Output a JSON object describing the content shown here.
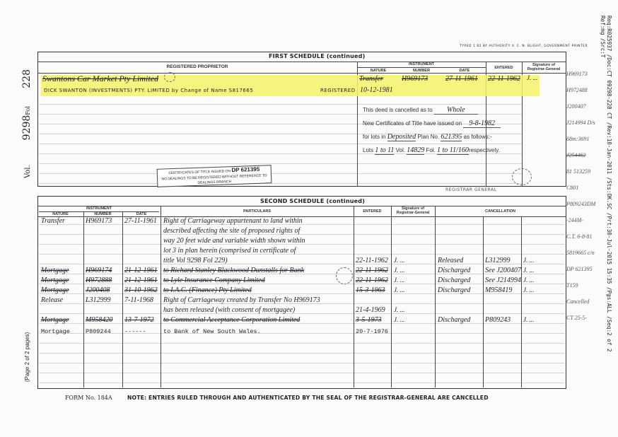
{
  "printer_line": "TYPED 1 82 BY AUTHORITY V. C. N. BLIGHT, GOVERNMENT PRINTER",
  "left_margin": {
    "vol_label": "Vol.",
    "vol": "9298",
    "fol_label": "Fol",
    "fol": "228",
    "page_note": "(Page 2 of 2 pages)"
  },
  "right_margin": {
    "line1": "Req:R025937 /Doc:CT 09298-228 CT /Rev:10-Jan-2011 /Sts:OK.SC /Prt:30-Jul-2015 15:35 /Pgs:ALL /Seq:2 of 2",
    "line2": "Ref:mg /Src:T"
  },
  "margin_notes": [
    "H969173",
    "H972488",
    "J200407",
    "J214994 D/s",
    "68m:3691",
    "J254462",
    "81 513259",
    "C801",
    "P809243DM",
    "-244M-",
    "C.T. 6-8-81",
    "5819665 c/n",
    "DP 621395",
    "T159",
    "Cancelled",
    "CT 25-5-"
  ],
  "first_schedule": {
    "title": "FIRST SCHEDULE (continued)",
    "headers": {
      "proprietor": "REGISTERED PROPRIETOR",
      "instrument": "INSTRUMENT",
      "nature": "NATURE",
      "number": "NUMBER",
      "date": "DATE",
      "entered": "ENTERED",
      "signature": "Signature of Registrar-General"
    },
    "entry1": {
      "proprietor": "Swantons Car Market Pty Limited",
      "nature": "Transfer",
      "number": "H969173",
      "date": "27-11-1961",
      "entered": "22-11-1962",
      "signature": "J. ..."
    },
    "entry2": {
      "proprietor": "DICK SWANTON (INVESTMENTS) PTY. LIMITED by Change of Name S817665",
      "registered_label": "REGISTERED",
      "date": "10-12-1981"
    },
    "cancel": {
      "l1": "This deed is cancelled as to",
      "l1_val": "Whole",
      "l2": "New Certificates of Title have issued on",
      "l2_val": "9-8-1982",
      "l3": "for lots in",
      "l3_val": "Deposited",
      "l3b": "Plan No.",
      "l3b_val": "621395",
      "l3c": "as follows:-",
      "l4": "Lots",
      "l4_val": "1 to 11",
      "l4b": "Vol.",
      "l4b_val": "14829",
      "l4c": "Fol.",
      "l4c_val": "1 to 11/160",
      "l4d": "respectively."
    },
    "stamp": {
      "l1": "CERTIFICATES OF TITLE ISSUED ON",
      "l1_val": "DP 621395",
      "l2": "NO DEALINGS TO BE REGISTERED WITHOUT REFERENCE TO",
      "l3": "DEALINGS BRANCH"
    },
    "registrar_general": "REGISTRAR GENERAL"
  },
  "second_schedule": {
    "title": "SECOND SCHEDULE (continued)",
    "headers": {
      "instrument": "INSTRUMENT",
      "nature": "NATURE",
      "number": "NUMBER",
      "date": "DATE",
      "particulars": "PARTICULARS",
      "entered": "ENTERED",
      "signature": "Signature of Registrar-General",
      "cancellation": "CANCELLATION"
    },
    "rows": [
      {
        "nature": "Transfer",
        "number": "H969173",
        "date": "27-11-1961",
        "particulars": "Right of Carriageway appurtenant to land within",
        "struck": false
      },
      {
        "particulars": "described affecting the site of proposed rights of",
        "struck": false
      },
      {
        "particulars": "way 20 feet wide and variable width shown within",
        "struck": false
      },
      {
        "particulars": "lot 3 in plan herein (comprised in certificate of",
        "struck": false
      },
      {
        "particulars": "title Vol 9298 Fol 229)",
        "entered": "22-11-1962",
        "signature": "J. ...",
        "cancel1": "Released",
        "cancel2": "L312999",
        "cancel3": "J. ...",
        "struck": false
      },
      {
        "nature": "Mortgage",
        "number": "H969174",
        "date": "21-12-1961",
        "particulars": "to Richard Stanley Blackwood Dunstalls for Bank",
        "entered": "22-11-1962",
        "signature": "J. ...",
        "cancel1": "Discharged",
        "cancel2": "See J200407",
        "cancel3": "J. ...",
        "struck": true
      },
      {
        "nature": "Mortgage",
        "number": "H972888",
        "date": "21-12-1961",
        "particulars": "to Lyle Insurance Company Limited",
        "entered": "22-11-1962",
        "signature": "J. ...",
        "cancel1": "Discharged",
        "cancel2": "See J214994",
        "cancel3": "J. ...",
        "struck": true
      },
      {
        "nature": "Mortgage",
        "number": "J200408",
        "date": "31-10-1962",
        "particulars": "to I.A.C. (Finance) Pty Limited",
        "entered": "15-3-1963",
        "signature": "J. ...",
        "cancel1": "Discharged",
        "cancel2": "M958419",
        "cancel3": "J. ...",
        "struck": true
      },
      {
        "nature": "Release",
        "number": "L312999",
        "date": "7-11-1968",
        "particulars": "Right of Carriageway created by Transfer No H969173",
        "struck": false
      },
      {
        "particulars": "has been released (with consent of mortgagee)",
        "entered": "21-4-1969",
        "signature": "J. ...",
        "struck": false
      },
      {
        "nature": "Mortgage",
        "number": "M958420",
        "date": "13-7-1972",
        "particulars": "to Commercial Acceptance Corporation Limited",
        "entered": "3-5-1973",
        "signature": "J. ...",
        "cancel1": "Discharged",
        "cancel2": "P809243",
        "cancel3": "J. ...",
        "struck": true
      },
      {
        "nature": "Mortgage",
        "number": "P809244",
        "date": "------",
        "particulars": "to Bank of New South Wales.",
        "entered": "20-7-1976",
        "struck": false,
        "typed": true
      }
    ]
  },
  "footer": {
    "form": "FORM No. 184A",
    "note": "NOTE: ENTRIES RULED THROUGH AND AUTHENTICATED BY THE SEAL OF THE REGISTRAR-GENERAL ARE CANCELLED"
  }
}
